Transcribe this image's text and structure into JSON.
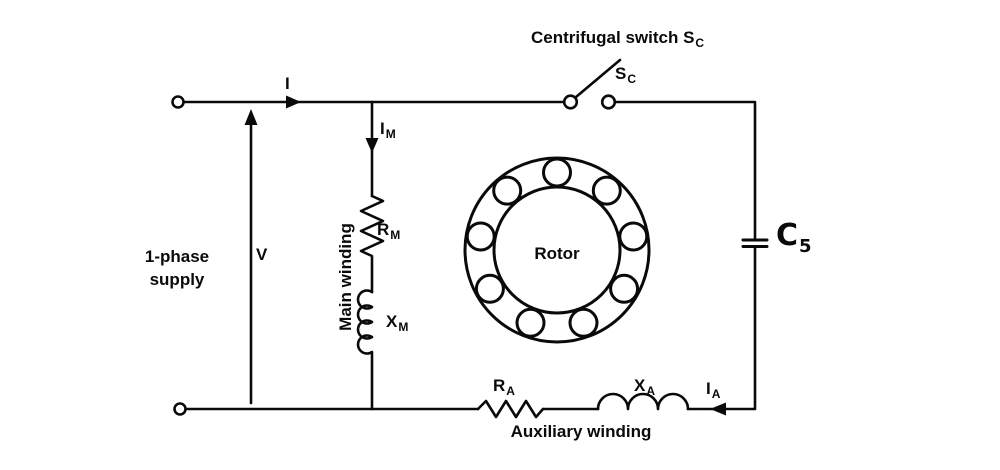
{
  "diagram": {
    "title": {
      "main": "Centrifugal switch S",
      "sub": "C"
    },
    "switch_label": {
      "main": "S",
      "sub": "C"
    },
    "current_line": {
      "main": "I"
    },
    "current_main": {
      "main": "I",
      "sub": "M"
    },
    "current_aux": {
      "main": "I",
      "sub": "A"
    },
    "resistor_main": {
      "main": "R",
      "sub": "M"
    },
    "reactance_main": {
      "main": "X",
      "sub": "M"
    },
    "resistor_aux": {
      "main": "R",
      "sub": "A"
    },
    "reactance_aux": {
      "main": "X",
      "sub": "A"
    },
    "capacitor": {
      "main": "C",
      "sub": "5"
    },
    "main_winding_label": "Main winding",
    "aux_winding_label": "Auxiliary winding",
    "rotor_label": "Rotor",
    "voltage_label": "V",
    "supply_line1": "1-phase",
    "supply_line2": "supply",
    "colors": {
      "ink": "#0a0a0a",
      "background": "#ffffff"
    }
  }
}
